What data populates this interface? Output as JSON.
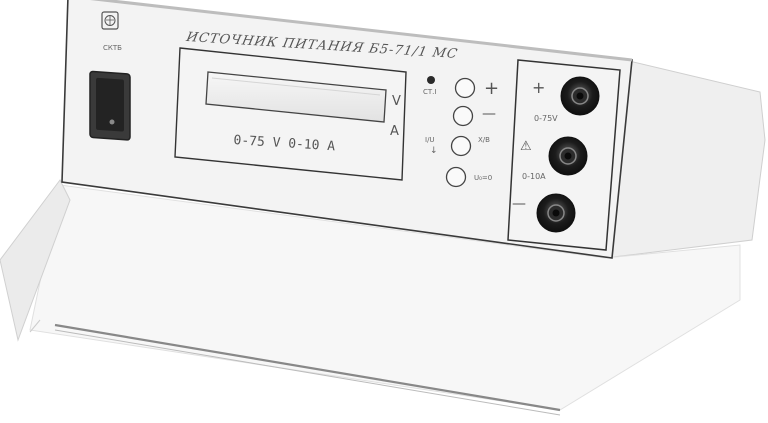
{
  "device": {
    "title": "ИСТОЧНИК ПИТАНИЯ Б5-71/1 МС",
    "display_range": "0-75 V 0-10 A",
    "unit_v": "V",
    "unit_a": "A",
    "indicator_label": "СТ.I",
    "buttons": {
      "plus": "+",
      "minus": "—",
      "iu": "I/U",
      "iu_arrow": "↓",
      "xy": "X/B",
      "uo": "U₀=0"
    },
    "terminals": {
      "plus_label": "+",
      "voltage_range": "0-75V",
      "ground": "⚠",
      "current_range": "0-10A",
      "minus_label": "—"
    },
    "logo_text": "СКТБ"
  },
  "colors": {
    "panel": "#f2f2f2",
    "outline": "#3a3a3a",
    "terminal": "#1e1e1e",
    "switch": "#2a2a2a"
  }
}
